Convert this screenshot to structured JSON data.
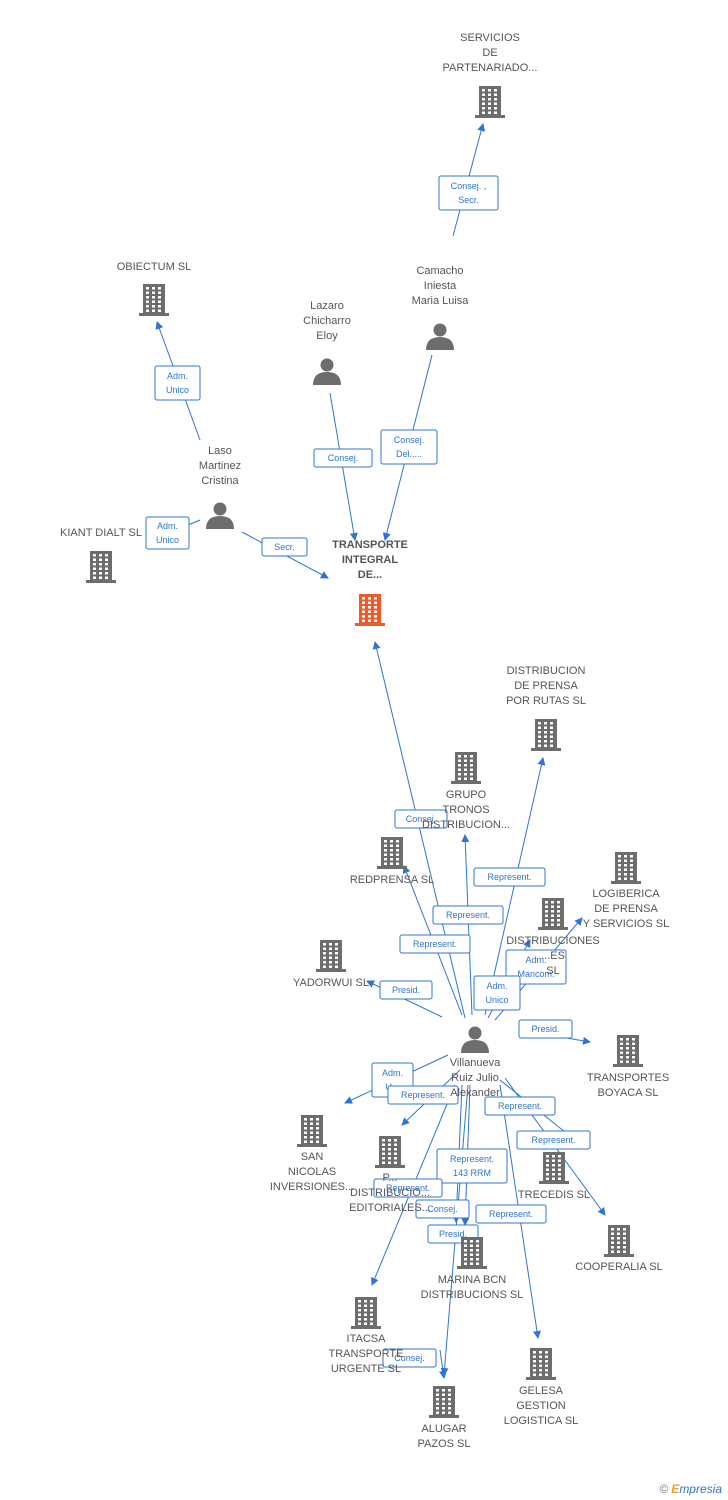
{
  "colors": {
    "edge": "#2f74d0",
    "node": "#6d6d6d",
    "focus": "#f05a28"
  },
  "nodes": [
    {
      "id": "servicios",
      "type": "company",
      "lines": [
        "SERVICIOS",
        "DE",
        "PARTENARIADO..."
      ]
    },
    {
      "id": "camacho",
      "type": "person",
      "lines": [
        "Camacho",
        "Iniesta",
        "Maria Luisa"
      ]
    },
    {
      "id": "obiectum",
      "type": "company",
      "lines": [
        "OBIECTUM SL"
      ]
    },
    {
      "id": "lazaro",
      "type": "person",
      "lines": [
        "Lazaro",
        "Chicharro",
        "Eloy"
      ]
    },
    {
      "id": "laso",
      "type": "person",
      "lines": [
        "Laso",
        "Martinez",
        "Cristina"
      ]
    },
    {
      "id": "kiant",
      "type": "company",
      "lines": [
        "KIANT DIALT SL"
      ]
    },
    {
      "id": "transporte",
      "type": "focus",
      "lines": [
        "TRANSPORTE",
        "INTEGRAL",
        "DE..."
      ]
    },
    {
      "id": "distrutas",
      "type": "company",
      "lines": [
        "DISTRIBUCION",
        "DE PRENSA",
        "POR RUTAS SL"
      ]
    },
    {
      "id": "grupo",
      "type": "company",
      "lines": [
        "GRUPO",
        "TRONOS",
        "DISTRIBUCION..."
      ]
    },
    {
      "id": "redprensa",
      "type": "company",
      "lines": [
        "REDPRENSA SL"
      ]
    },
    {
      "id": "logiberica",
      "type": "company",
      "lines": [
        "LOGIBERICA",
        "DE PRENSA",
        "Y SERVICIOS SL"
      ]
    },
    {
      "id": "distribuciones",
      "type": "company",
      "lines": [
        "DISTRIBUCIONES",
        "...ES",
        "SL"
      ]
    },
    {
      "id": "yadorwui",
      "type": "company",
      "lines": [
        "YADORWUI SL"
      ]
    },
    {
      "id": "villanueva",
      "type": "person",
      "lines": [
        "Villanueva",
        "Ruiz Julio",
        "Alexander"
      ]
    },
    {
      "id": "boyaca",
      "type": "company",
      "lines": [
        "TRANSPORTES",
        "BOYACA SL"
      ]
    },
    {
      "id": "sannicolas",
      "type": "company",
      "lines": [
        "SAN",
        "NICOLAS",
        "INVERSIONES..."
      ]
    },
    {
      "id": "editoriales",
      "type": "company",
      "lines": [
        "P...",
        "DISTRIBUCIO...",
        "EDITORIALES..."
      ]
    },
    {
      "id": "trecedis",
      "type": "company",
      "lines": [
        "TRECEDIS SL"
      ]
    },
    {
      "id": "cooperalia",
      "type": "company",
      "lines": [
        "COOPERALIA SL"
      ]
    },
    {
      "id": "marina",
      "type": "company",
      "lines": [
        "MARINA BCN",
        "DISTRIBUCIONS SL"
      ]
    },
    {
      "id": "itacsa",
      "type": "company",
      "lines": [
        "ITACSA",
        "TRANSPORTE",
        "URGENTE SL"
      ]
    },
    {
      "id": "gelesa",
      "type": "company",
      "lines": [
        "GELESA",
        "GESTION",
        "LOGISTICA SL"
      ]
    },
    {
      "id": "alugar",
      "type": "company",
      "lines": [
        "ALUGAR",
        "PAZOS SL"
      ]
    }
  ],
  "edges": [
    {
      "from": "camacho",
      "to": "servicios",
      "role": [
        "Consej. ,",
        "Secr."
      ]
    },
    {
      "from": "laso",
      "to": "obiectum",
      "role": [
        "Adm.",
        "Unico"
      ]
    },
    {
      "from": "lazaro",
      "to": "transporte",
      "role": [
        "Consej."
      ]
    },
    {
      "from": "camacho",
      "to": "transporte",
      "role": [
        "Consej.",
        "Del.,..."
      ]
    },
    {
      "from": "laso",
      "to": "kiant",
      "role": [
        "Adm.",
        "Unico"
      ]
    },
    {
      "from": "laso",
      "to": "transporte",
      "role": [
        "Secr."
      ]
    },
    {
      "from": "villanueva",
      "to": "transporte",
      "role": [
        "Consej."
      ]
    },
    {
      "from": "villanueva",
      "to": "distrutas",
      "role": [
        "Represent."
      ]
    },
    {
      "from": "villanueva",
      "to": "grupo",
      "role": [
        "Represent."
      ]
    },
    {
      "from": "villanueva",
      "to": "redprensa",
      "role": [
        "Represent."
      ]
    },
    {
      "from": "villanueva",
      "to": "logiberica",
      "role": [
        "Adm.",
        "Mancom."
      ]
    },
    {
      "from": "villanueva",
      "to": "distribuciones",
      "role": [
        "Adm.",
        "Unico"
      ]
    },
    {
      "from": "villanueva",
      "to": "yadorwui",
      "role": [
        "Presid."
      ]
    },
    {
      "from": "villanueva",
      "to": "boyaca",
      "role": [
        "Presid."
      ]
    },
    {
      "from": "villanueva",
      "to": "sannicolas",
      "role": [
        "Adm.",
        "U..."
      ]
    },
    {
      "from": "villanueva",
      "to": "editoriales",
      "role": [
        "Represent."
      ]
    },
    {
      "from": "villanueva",
      "to": "trecedis",
      "role": [
        "Represent."
      ]
    },
    {
      "from": "villanueva",
      "to": "cooperalia",
      "role": [
        "Represent."
      ]
    },
    {
      "from": "villanueva",
      "to": "marina",
      "role": [
        "Represent.",
        "143 RRM"
      ]
    },
    {
      "from": "villanueva",
      "to": "itacsa",
      "role": [
        "Represent."
      ]
    },
    {
      "from": "villanueva",
      "to": "gelesa",
      "role": [
        "Represent."
      ]
    },
    {
      "from": "villanueva",
      "to": "marina",
      "role": [
        "Consej."
      ]
    },
    {
      "from": "villanueva",
      "to": "alugar",
      "role": [
        "Presid."
      ]
    },
    {
      "from": "villanueva",
      "to": "alugar",
      "role": [
        "Consej."
      ]
    }
  ],
  "brand": {
    "copyright": "©",
    "e": "E",
    "rest": "mpresia"
  }
}
